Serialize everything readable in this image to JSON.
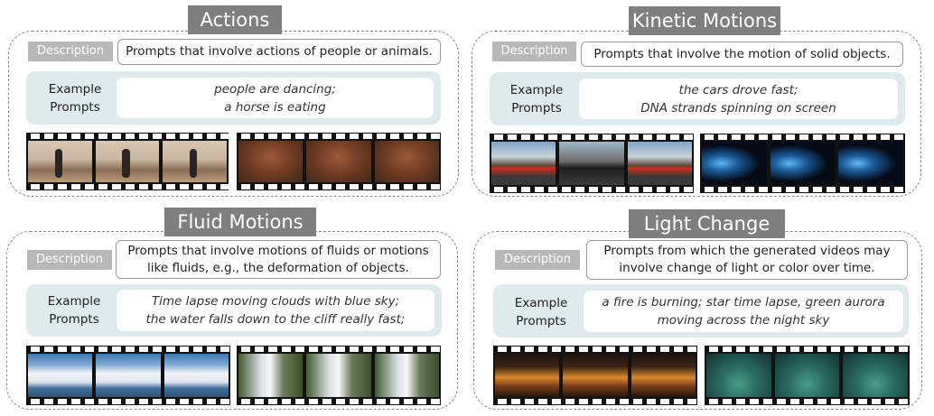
{
  "panels": [
    {
      "title": "Actions",
      "description_label": "Description",
      "description": "Prompts that involve actions of people or animals.",
      "example_label_line1": "Example",
      "example_label_line2": "Prompts",
      "example_line1": "people are dancing;",
      "example_line2": "a horse is eating"
    },
    {
      "title": "Kinetic Motions",
      "description_label": "Description",
      "description": "Prompts that involve the motion of solid objects.",
      "example_label_line1": "Example",
      "example_label_line2": "Prompts",
      "example_line1": "the cars drove fast;",
      "example_line2": "DNA strands spinning on screen"
    },
    {
      "title": "Fluid Motions",
      "description_label": "Description",
      "description": "Prompts that involve motions of fluids or motions like fluids, e.g., the deformation of objects.",
      "example_label_line1": "Example",
      "example_label_line2": "Prompts",
      "example_line1": "Time lapse moving clouds with blue sky;",
      "example_line2": "the water falls down to the cliff really fast;"
    },
    {
      "title": "Light Change",
      "description_label": "Description",
      "description": "Prompts from which the generated videos may involve change of light or color over time.",
      "example_label_line1": "Example",
      "example_label_line2": "Prompts",
      "example_line1": "a fire is burning; star time lapse, green aurora",
      "example_line2": "moving across the night sky"
    }
  ],
  "filmstrips": [
    {
      "subject": "people dancing",
      "frames": 3
    },
    {
      "subject": "horse eating",
      "frames": 3
    },
    {
      "subject": "cars driving fast",
      "frames": 3
    },
    {
      "subject": "DNA strands spinning",
      "frames": 3
    },
    {
      "subject": "clouds time lapse",
      "frames": 3
    },
    {
      "subject": "waterfall",
      "frames": 3
    },
    {
      "subject": "fire burning",
      "frames": 3
    },
    {
      "subject": "green aurora",
      "frames": 3
    }
  ]
}
